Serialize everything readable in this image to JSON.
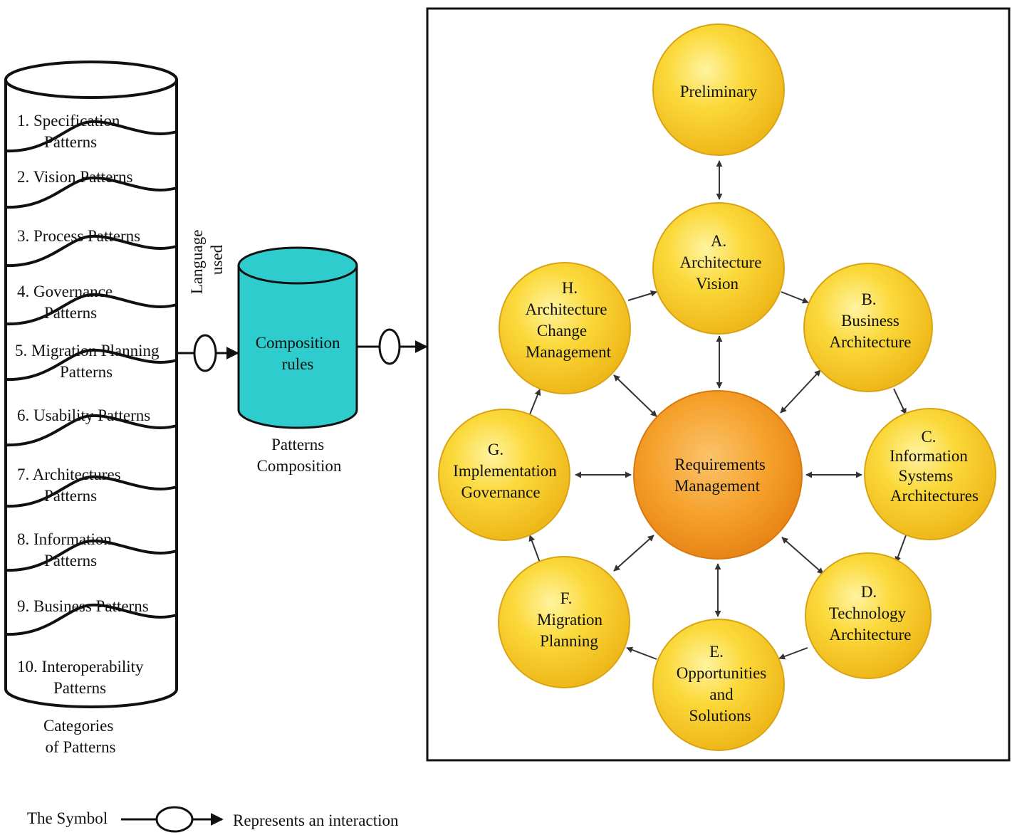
{
  "left_stack": {
    "items": [
      [
        "1. Specification",
        "Patterns"
      ],
      [
        "2. Vision Patterns"
      ],
      [
        "3. Process Patterns"
      ],
      [
        "4. Governance",
        "Patterns"
      ],
      [
        "5. Migration Planning",
        "Patterns"
      ],
      [
        "6. Usability Patterns"
      ],
      [
        "7. Architectures",
        "Patterns"
      ],
      [
        "8. Information",
        "Patterns"
      ],
      [
        "9. Business Patterns"
      ],
      [
        "10. Interoperability",
        "Patterns"
      ]
    ],
    "caption": [
      "Categories",
      "of Patterns"
    ]
  },
  "language_label": [
    "Language",
    "used"
  ],
  "middle_cylinder": {
    "label": [
      "Composition",
      "rules"
    ],
    "caption": [
      "Patterns",
      "Composition"
    ],
    "color": "#2ecccc"
  },
  "cycle": {
    "center": {
      "label": [
        "Requirements",
        "Management"
      ],
      "color": "#f39a1e"
    },
    "nodes": [
      {
        "id": "preliminary",
        "label": [
          "Preliminary"
        ]
      },
      {
        "id": "a",
        "label": [
          "A.",
          "Architecture",
          "Vision"
        ]
      },
      {
        "id": "b",
        "label": [
          "B.",
          "Business",
          "Architecture"
        ]
      },
      {
        "id": "c",
        "label": [
          "C.",
          "Information",
          "Systems",
          "Architectures"
        ]
      },
      {
        "id": "d",
        "label": [
          "D.",
          "Technology",
          "Architecture"
        ]
      },
      {
        "id": "e",
        "label": [
          "E.",
          "Opportunities",
          "and",
          "Solutions"
        ]
      },
      {
        "id": "f",
        "label": [
          "F.",
          "Migration",
          "Planning"
        ]
      },
      {
        "id": "g",
        "label": [
          "G.",
          "Implementation",
          "Governance"
        ]
      },
      {
        "id": "h",
        "label": [
          "H.",
          "Architecture",
          "Change",
          "Management"
        ]
      }
    ],
    "node_color": "#f8cc2a"
  },
  "legend": {
    "symbol_label": "The Symbol",
    "meaning": "Represents an interaction"
  }
}
